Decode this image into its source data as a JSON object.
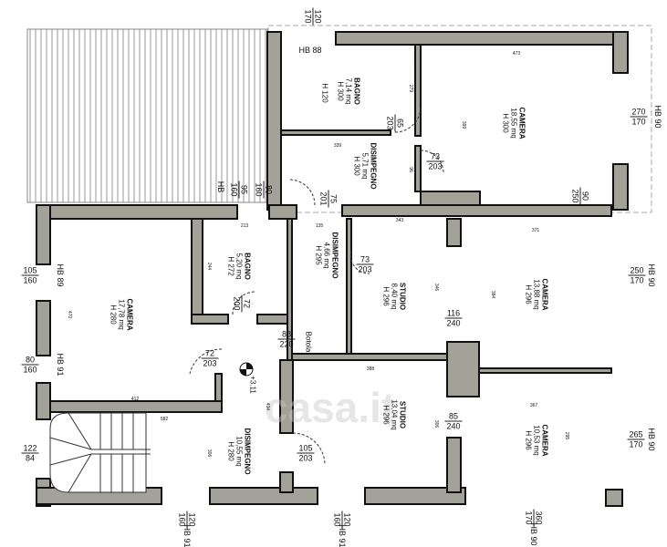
{
  "rooms": [
    {
      "name": "BAGNO",
      "area": "7,14 mq",
      "height": "H 300"
    },
    {
      "name": "CAMERA",
      "area": "18,55 mq",
      "height": "H 300"
    },
    {
      "name": "DISIMPEGNO",
      "area": "5,71 mq",
      "height": "H 300"
    },
    {
      "name": "CAMERA",
      "area": "17,78 mq",
      "height": "H 280"
    },
    {
      "name": "BAGNO",
      "area": "5,20 mq",
      "height": "H 272"
    },
    {
      "name": "DISIMPEGNO",
      "area": "4,66 mq",
      "height": "H 295"
    },
    {
      "name": "STUDIO",
      "area": "8,40 mq",
      "height": "H 296"
    },
    {
      "name": "CAMERA",
      "area": "13,88 mq",
      "height": "H 296"
    },
    {
      "name": "STUDIO",
      "area": "13,04 mq",
      "height": "H 296"
    },
    {
      "name": "CAMERA",
      "area": "10,53 mq",
      "height": "H 296"
    },
    {
      "name": "DISIMPEGNO",
      "area": "10,55 mq",
      "height": "H 280"
    }
  ],
  "openings": [
    {
      "w": "120",
      "h": "170"
    },
    {
      "w": "65",
      "h": "203"
    },
    {
      "w": "73",
      "h": "203"
    },
    {
      "w": "75",
      "h": "201"
    },
    {
      "w": "270",
      "h": "170"
    },
    {
      "w": "90",
      "h": "250"
    },
    {
      "w": "95",
      "h": "160"
    },
    {
      "w": "80",
      "h": "160"
    },
    {
      "w": "105",
      "h": "160"
    },
    {
      "w": "72",
      "h": "200"
    },
    {
      "w": "73",
      "h": "203"
    },
    {
      "w": "88",
      "h": "220"
    },
    {
      "w": "72",
      "h": "203"
    },
    {
      "w": "116",
      "h": "240"
    },
    {
      "w": "250",
      "h": "170"
    },
    {
      "w": "80",
      "h": "160"
    },
    {
      "w": "85",
      "h": "240"
    },
    {
      "w": "265",
      "h": "170"
    },
    {
      "w": "122",
      "h": "84"
    },
    {
      "w": "105",
      "h": "203"
    },
    {
      "w": "120",
      "h": "160"
    },
    {
      "w": "120",
      "h": "160"
    },
    {
      "w": "360",
      "h": "170"
    }
  ],
  "hb": [
    "HB 88",
    "HB 90",
    "HB",
    "HB 89",
    "HB 91",
    "HB 90",
    "HB 90",
    "HB 91",
    "HB 91",
    "HB 90"
  ],
  "measures": [
    "473",
    "339",
    "279",
    "399",
    "96",
    "213",
    "135",
    "244",
    "470",
    "343",
    "371",
    "346",
    "384",
    "388",
    "367",
    "306",
    "295",
    "412",
    "582",
    "434",
    "306"
  ],
  "notes": {
    "h120": "H 120",
    "botola": "Botola",
    "level": "+3.11"
  },
  "watermark": "casa.it"
}
